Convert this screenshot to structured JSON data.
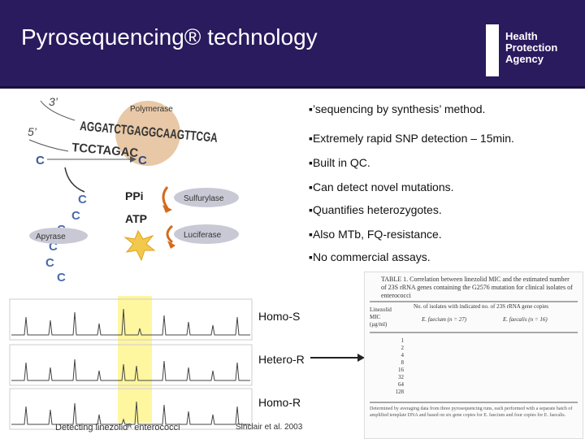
{
  "title": "Pyrosequencing® technology",
  "logo": {
    "line1": "Health",
    "line2": "Protection",
    "line3": "Agency"
  },
  "bullets": [
    "’sequencing by synthesis’ method.",
    "Extremely rapid SNP detection – 15min.",
    "Built in QC.",
    "Can detect novel mutations.",
    "Quantifies heterozygotes.",
    "Also MTb, FQ-resistance.",
    "No commercial assays."
  ],
  "diagram": {
    "prime3": "3’",
    "prime5": "5’",
    "strand_top": "AGGATCTGAGGCAAGTTCGA",
    "strand_bottom": "TCCTAGAC",
    "c_letter": "C",
    "polymerase": "Polymerase",
    "ppi": "PPi",
    "atp": "ATP",
    "sulfurylase": "Sulfurylase",
    "luciferase": "Luciferase",
    "apyrase": "Apyrase"
  },
  "trace_labels": {
    "homo_s": "Homo-S",
    "hetero_r": "Hetero-R",
    "homo_r": "Homo-R"
  },
  "captions": {
    "left": "Detecting linezolidᴿ enterococci",
    "right": "Sinclair et al. 2003"
  },
  "table": {
    "caption": "TABLE 1. Correlation between linezolid MIC and the estimated number of 23S rRNA genes containing the G2576 mutation for clinical isolates of enterococci",
    "header_left": "Linezolid MIC (μg/ml)",
    "header_main": "No. of isolates with indicated no. of 23S rRNA gene copies",
    "faecium": "E. faecium (n = 27)",
    "faecalis": "E. faecalis (n = 16)",
    "mics": [
      "1",
      "2",
      "4",
      "8",
      "16",
      "32",
      "64",
      "128"
    ],
    "footnote": "Determined by averaging data from three pyrosequencing runs, each performed with a separate batch of amplified template DNA and based on six gene copies for E. faecium and four copies for E. faecalis."
  },
  "colors": {
    "header": "#2a1a5e",
    "polymerase": "#e8c8a6",
    "enzyme": "#c9c9d6",
    "arrow": "#d46a1a",
    "highlight": "#fff6a0"
  }
}
